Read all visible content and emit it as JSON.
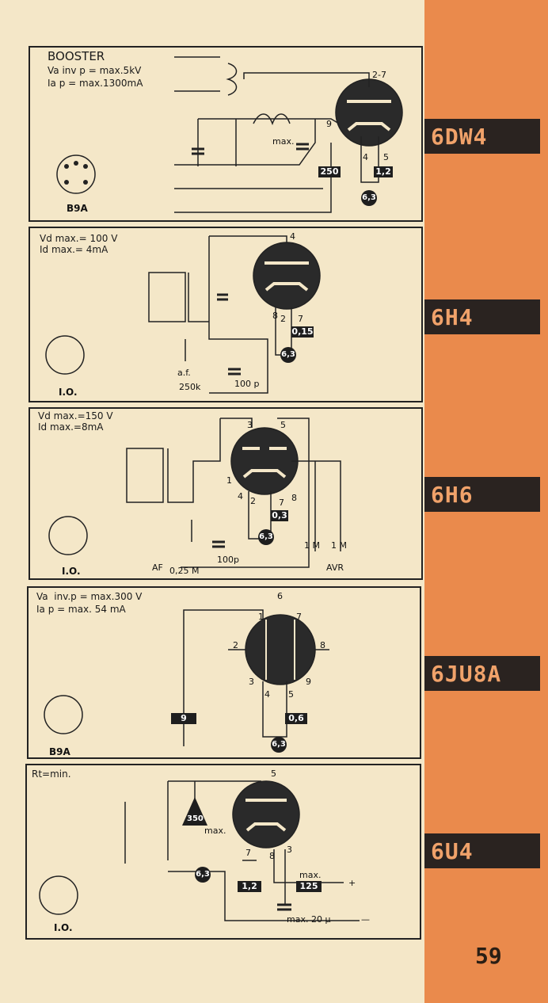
{
  "page_number": "59",
  "tubes": [
    {
      "type": "6DW4",
      "specs": [
        "BOOSTER",
        "Va inv p = max.5kV",
        "Ia p = max.1300mA"
      ],
      "base": "B9A",
      "pins": [
        "2-7",
        "9",
        "4",
        "5"
      ],
      "labels": {
        "max": "max.",
        "heater_v": "6,3",
        "heater_a": "1,2",
        "r": "250"
      }
    },
    {
      "type": "6H4",
      "specs": [
        "Vd max.= 100 V",
        "Id max.= 4mA"
      ],
      "base": "I.O.",
      "pins": [
        "4",
        "8",
        "2",
        "7"
      ],
      "labels": {
        "af": "a.f.",
        "r": "250k",
        "c": "100 p",
        "heater_v": "6,3",
        "heater_a": "0,15"
      }
    },
    {
      "type": "6H6",
      "specs": [
        "Vd max.=150 V",
        "Id max.=8mA"
      ],
      "base": "I.O.",
      "pins": [
        "3",
        "5",
        "1",
        "4",
        "2",
        "7",
        "8"
      ],
      "labels": {
        "af": "AF",
        "r": "0,25 M",
        "c": "100p",
        "r1": "1 M",
        "r2": "1 M",
        "avr": "AVR",
        "heater_v": "6,3",
        "heater_a": "0,3"
      }
    },
    {
      "type": "6JU8A",
      "specs": [
        "Va  inv.p = max.300 V",
        "Ia p = max. 54 mA"
      ],
      "base": "B9A",
      "pins": [
        "6",
        "1",
        "7",
        "2",
        "8",
        "3",
        "4",
        "5",
        "9"
      ],
      "labels": {
        "r": "9",
        "heater_a": "0,6",
        "heater_v": "6,3"
      }
    },
    {
      "type": "6U4",
      "specs": [
        "Rt=min."
      ],
      "base": "I.O.",
      "pins": [
        "5",
        "7",
        "8",
        "3"
      ],
      "labels": {
        "tri": "350",
        "max": "max.",
        "heater_v": "6,3",
        "heater_a": "1,2",
        "max2": "max.",
        "i": "125",
        "plus": "+",
        "cap": "max. 20 μ",
        "minus": "—"
      }
    }
  ]
}
